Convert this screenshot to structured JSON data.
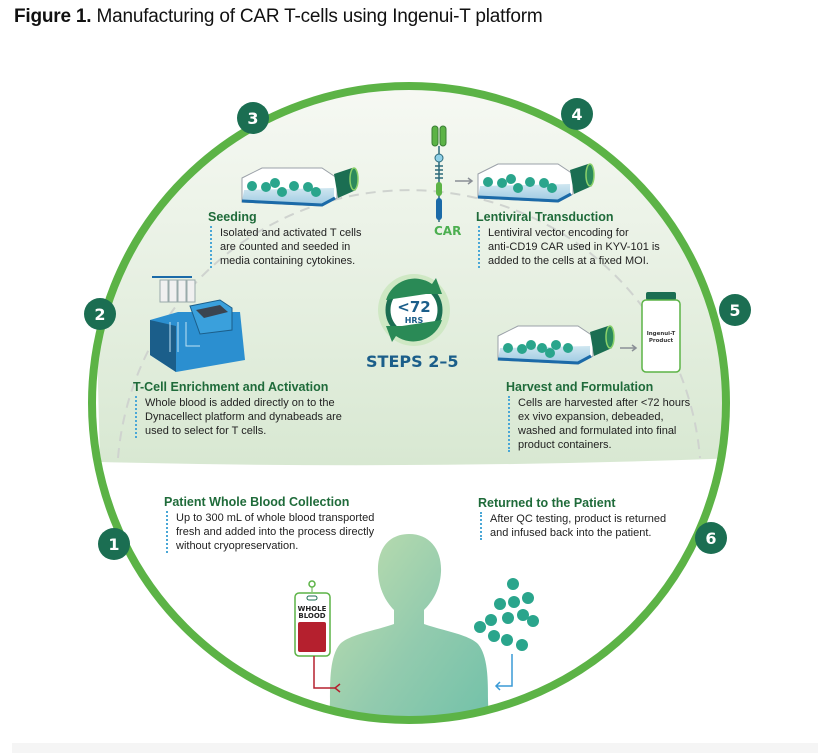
{
  "caption": {
    "label": "Figure 1.",
    "title": "Manufacturing of CAR T-cells using Ingenui-T platform"
  },
  "colors": {
    "ring": "#5cb346",
    "badge": "#1b6e52",
    "title_green": "#1f6b3a",
    "steps_blue": "#1b5e8a",
    "blood_red": "#b5202e",
    "cell_teal": "#2aa58c"
  },
  "center": {
    "timer_text": "<72",
    "timer_unit": "HRS",
    "steps_label": "STEPS 2–5"
  },
  "steps": [
    {
      "number": "1",
      "title": "Patient Whole Blood Collection",
      "lines": [
        "Up to 300 mL of whole blood transported",
        "fresh and added into the process directly",
        "without cryopreservation."
      ]
    },
    {
      "number": "2",
      "title": "T-Cell Enrichment and Activation",
      "lines": [
        "Whole blood is added directly on to the",
        "Dynacellect platform and dynabeads are",
        "used to select for T cells."
      ]
    },
    {
      "number": "3",
      "title": "Seeding",
      "lines": [
        "Isolated and activated T cells",
        "are counted and seeded in",
        "media containing cytokines."
      ]
    },
    {
      "number": "4",
      "title": "Lentiviral Transduction",
      "lines": [
        "Lentiviral vector encoding for",
        "anti-CD19 CAR used in KYV-101 is",
        "added to the cells at a fixed MOI."
      ]
    },
    {
      "number": "5",
      "title": "Harvest and Formulation",
      "lines": [
        "Cells are harvested after <72 hours",
        "ex vivo expansion, debeaded,",
        "washed and formulated into final",
        "product containers."
      ]
    },
    {
      "number": "6",
      "title": "Returned to the Patient",
      "lines": [
        "After QC testing, product is returned",
        "and infused back into the patient."
      ]
    }
  ],
  "labels": {
    "car": "CAR",
    "blood_bag_line1": "WHOLE",
    "blood_bag_line2": "BLOOD",
    "product_line1": "Ingenui-T",
    "product_line2": "Product"
  }
}
